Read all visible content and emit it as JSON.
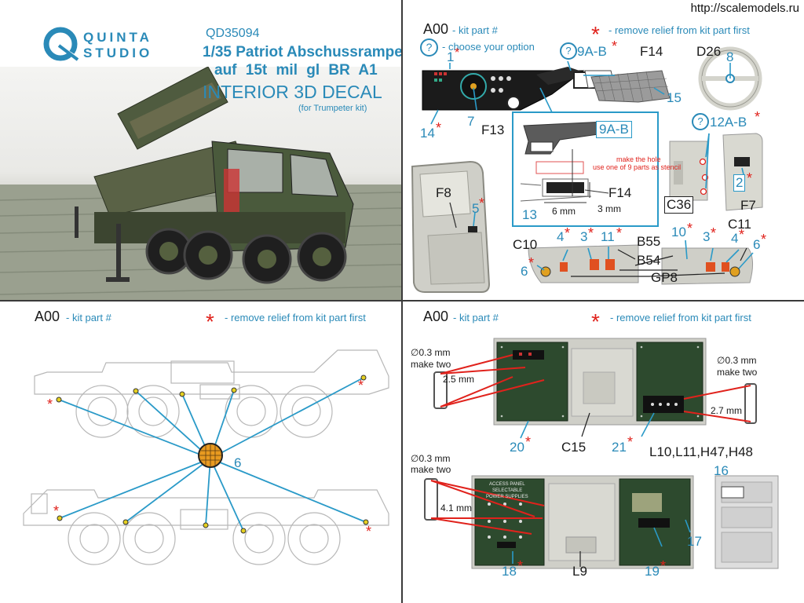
{
  "watermark": "http://scalemodels.ru",
  "brand": {
    "line1": "QUINTA",
    "line2": "STUDIO"
  },
  "product": {
    "code": "QD35094",
    "title_line1": "1/35 Patriot Abschussrampe",
    "title_line2": "auf 15t mil gl BR A1",
    "subtitle": "INTERIOR 3D DECAL",
    "note": "(for Trumpeter kit)"
  },
  "legend": {
    "kit_part_code": "A00",
    "kit_part_text": "- kit part #",
    "remove_text": "- remove relief from kit part first",
    "option_symbol": "?",
    "option_text": "- choose your option",
    "star_symbol": "*"
  },
  "q2": {
    "labels": {
      "p1": "1",
      "p9ab": "9A-B",
      "f14": "F14",
      "d26": "D26",
      "p8": "8",
      "p14": "14",
      "p7": "7",
      "f13": "F13",
      "p15": "15",
      "p12ab": "12A-B",
      "p9ab_inset": "9A-B",
      "hole_note_1": "make the hole",
      "hole_note_2": "use one of 9 parts as stencil",
      "f14_inset": "F14",
      "p13": "13",
      "dim_6mm": "6 mm",
      "dim_3mm": "3 mm",
      "f8": "F8",
      "p5": "5",
      "c36": "C36",
      "p2": "2",
      "f7": "F7",
      "c10": "C10",
      "p4a": "4",
      "p3a": "3",
      "p11": "11",
      "b55": "B55",
      "p10": "10",
      "p3b": "3",
      "p4b": "4",
      "c11": "C11",
      "p6a": "6",
      "b54": "B54",
      "gp8": "GP8",
      "p6b": "6"
    }
  },
  "q3": {
    "labels": {
      "p6": "6"
    }
  },
  "q4": {
    "labels": {
      "dia_top_left": "∅0.3 mm",
      "make_two_top_left": "make two",
      "dim_25": "2.5 mm",
      "dia_top_right": "∅0.3 mm",
      "make_two_top_right": "make two",
      "dim_27": "2.7 mm",
      "p20": "20",
      "c15": "C15",
      "p21": "21",
      "dia_bottom_left": "∅0.3 mm",
      "make_two_bottom_left": "make two",
      "dim_41": "4.1 mm",
      "l_group": "L10,L11,H47,H48",
      "p16": "16",
      "p17": "17",
      "p18": "18",
      "l9": "L9",
      "p19": "19",
      "panel_text_1": "ACCESS PANEL",
      "panel_text_2": "SELECTABLE",
      "panel_text_3": "POWER SUPPLIES"
    }
  },
  "colors": {
    "accent_blue": "#2a8ab8",
    "star_red": "#e0221c",
    "line_blue": "#2a9ac8",
    "decal_green": "#2d4a2e",
    "kit_grey": "#cfcfc8"
  }
}
